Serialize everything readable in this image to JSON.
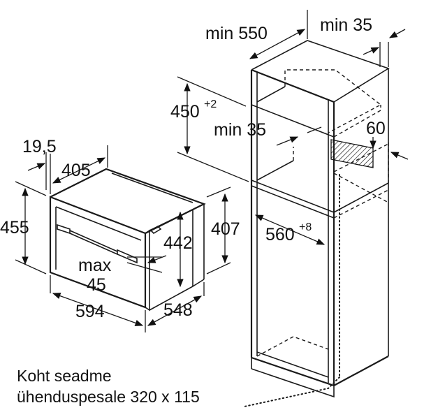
{
  "labels": {
    "min_550": "min 550",
    "min_35_top": "min 35",
    "h_450": "450",
    "h_450_sup": "+2",
    "min_35_mid": "min 35",
    "d_60": "60",
    "w_19_5": "19,5",
    "d_405": "405",
    "h_455": "455",
    "h_407": "407",
    "h_442": "442",
    "w_560": "560",
    "w_560_sup": "+8",
    "max": "max",
    "max_45": "45",
    "w_594": "594",
    "d_548": "548"
  },
  "caption": {
    "line1": "Koht seadme",
    "line2": "ühenduspesale 320 x 115"
  }
}
